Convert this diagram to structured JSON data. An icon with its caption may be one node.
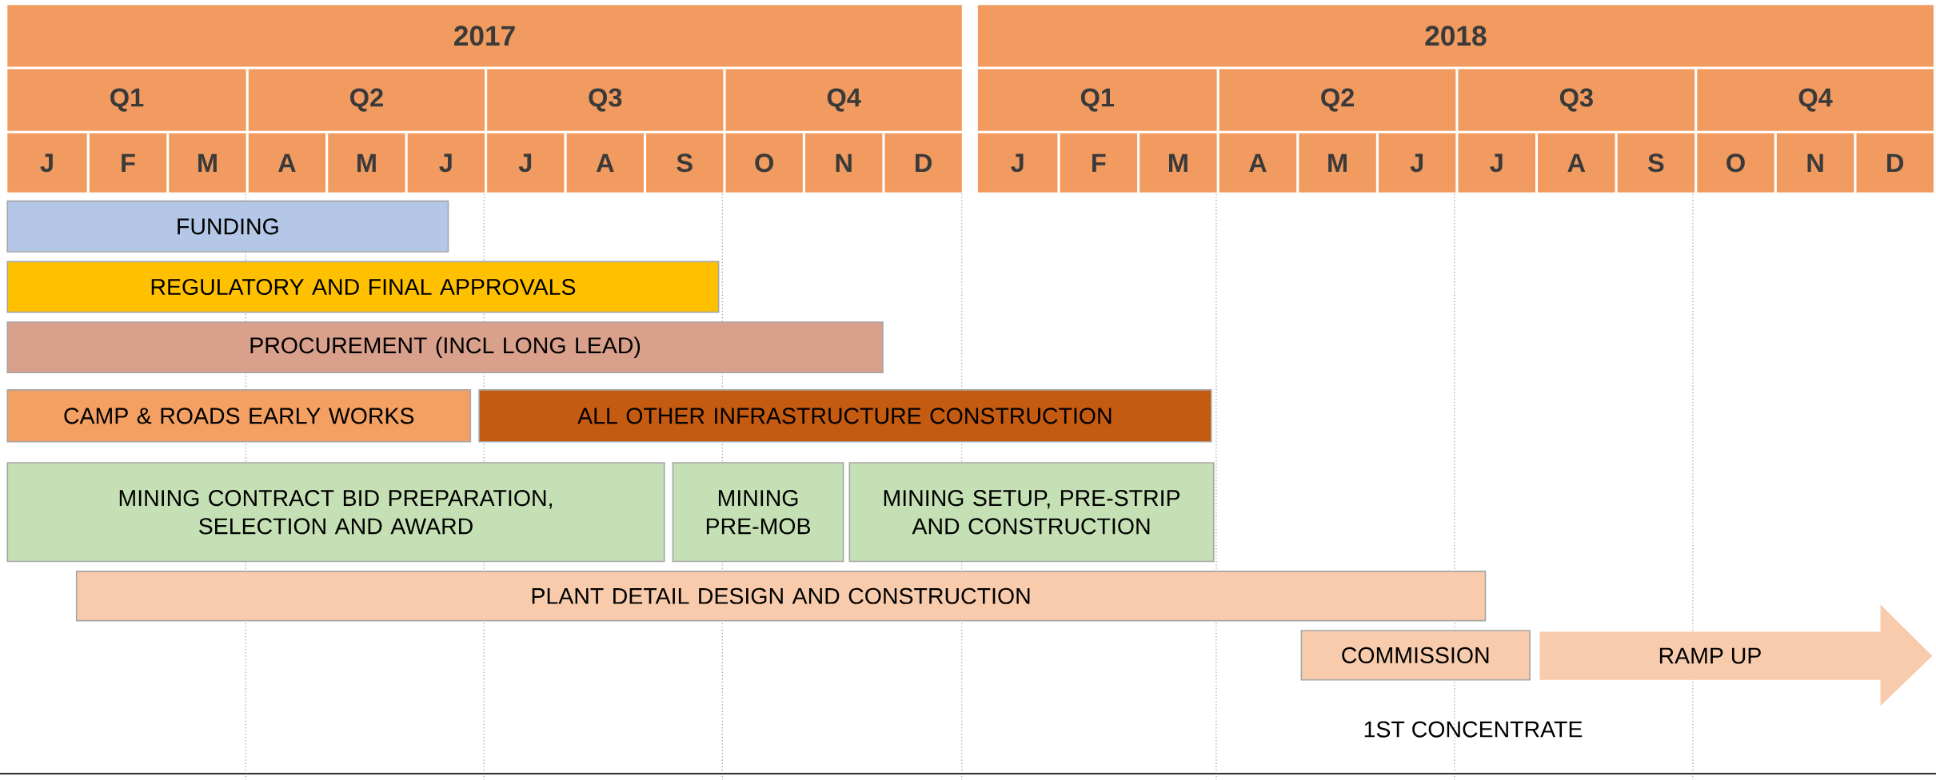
{
  "diagram": {
    "nodes": [
      {
        "text": [
          "FUNDING"
        ]
      },
      {
        "text": [
          "REGULATORY AND FINAL APPROVALS"
        ]
      },
      {
        "text": [
          "PROCUREMENT (INCL LONG LEAD)"
        ]
      },
      {
        "text": [
          "CAMP & ROADS EARLY WORKS"
        ]
      },
      {
        "text": [
          "ALL OTHER INFRASTRUCTURE CONSTRUCTION"
        ]
      },
      {
        "text": [
          "MINING CONTRACT BID PREPARATION, SELECTION AND AWARD"
        ]
      },
      {
        "text": [
          "MINING PRE-MOB"
        ]
      },
      {
        "text": [
          "MINING SETUP, PRE-STRIP AND CONSTRUCTION"
        ]
      },
      {
        "text": [
          "PLANT DETAIL DESIGN AND CONSTRUCTION"
        ]
      },
      {
        "text": [
          "COMMISSION"
        ]
      },
      {
        "text": [
          "RAMP UP"
        ]
      }
    ],
    "labels": [
      "2017",
      "2018",
      "Q1",
      "Q2",
      "Q3",
      "Q4",
      "Q1",
      "Q2",
      "Q3",
      "Q4",
      "J",
      "F",
      "M",
      "A",
      "M",
      "J",
      "J",
      "A",
      "S",
      "O",
      "N",
      "D",
      "J",
      "F",
      "M",
      "A",
      "M",
      "J",
      "J",
      "A",
      "S",
      "O",
      "N",
      "D",
      "1ST CONCENTRATE"
    ]
  }
}
